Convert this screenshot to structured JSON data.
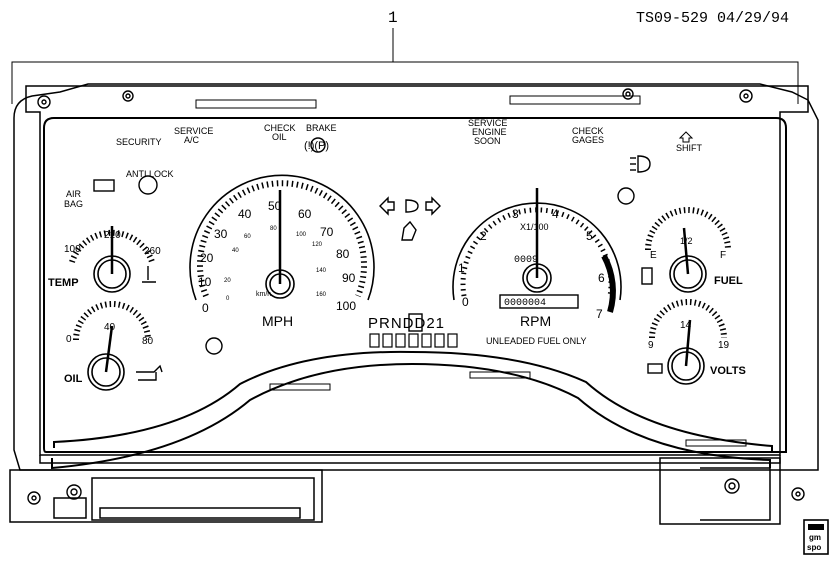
{
  "header": {
    "callout": "1",
    "drawing_code": "TS09-529 04/29/94"
  },
  "indicators": {
    "security": "SECURITY",
    "service_ac": [
      "SERVICE",
      "A/C"
    ],
    "check_oil": [
      "CHECK",
      "OIL"
    ],
    "brake": "BRAKE",
    "brake_symbol": "(!)(P)",
    "service_engine_soon": [
      "SERVICE",
      "ENGINE",
      "SOON"
    ],
    "check_gages": [
      "CHECK",
      "GAGES"
    ],
    "shift": "SHIFT",
    "air_bag": [
      "AIR",
      "BAG"
    ],
    "anti_lock": "ANTI LOCK"
  },
  "temp_gauge": {
    "label": "TEMP",
    "ticks": [
      "100",
      "210",
      "260"
    ]
  },
  "oil_gauge": {
    "label": "OIL",
    "ticks": [
      "0",
      "40",
      "80"
    ]
  },
  "speedometer": {
    "label": "MPH",
    "mph_ticks": [
      "0",
      "10",
      "20",
      "30",
      "40",
      "50",
      "60",
      "70",
      "80",
      "90",
      "100"
    ],
    "kmh_label": "km/h",
    "kmh_ticks": [
      "0",
      "20",
      "40",
      "60",
      "80",
      "100",
      "120",
      "140",
      "160"
    ]
  },
  "tachometer": {
    "label": "RPM",
    "multiplier": "X1/100",
    "ticks": [
      "0",
      "1",
      "2",
      "3",
      "4",
      "5",
      "6",
      "7"
    ],
    "trip_odometer": "0009",
    "odometer": "0000004"
  },
  "fuel_gauge": {
    "label": "FUEL",
    "ticks": [
      "E",
      "1/2",
      "F"
    ]
  },
  "volts_gauge": {
    "label": "VOLTS",
    "ticks": [
      "9",
      "14",
      "19"
    ]
  },
  "gear_indicator": {
    "gears": "PRNDD21"
  },
  "fuel_notice": "UNLEADED FUEL ONLY",
  "logo": [
    "gm",
    "spo"
  ]
}
